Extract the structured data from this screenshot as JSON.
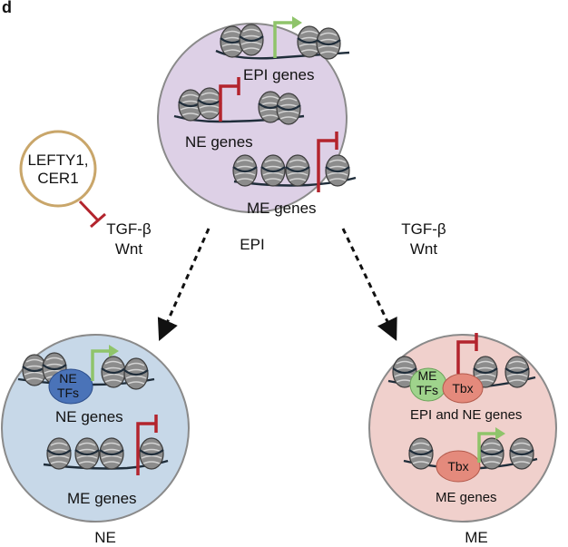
{
  "panel_letter": "d",
  "colors": {
    "epi_fill": "#ddd0e6",
    "ne_fill": "#c7d8e8",
    "me_fill": "#f0d0cc",
    "cell_edge": "#8a8a8a",
    "inhibitor_ring": "#c9a66a",
    "active_arrow": "#8fc46a",
    "repress_mark": "#b3242d",
    "ne_tf": "#4a73b8",
    "me_tf": "#9fd38c",
    "tbx": "#e48a7c",
    "nucleosome": "#8c8c8c",
    "dna": "#1f2d3a"
  },
  "epi_cell": {
    "label": "EPI",
    "epi_genes": "EPI genes",
    "ne_genes": "NE genes",
    "me_genes": "ME genes"
  },
  "inhibitor": {
    "line1": "LEFTY1,",
    "line2": "CER1"
  },
  "signals_left": {
    "line1": "TGF-β",
    "line2": "Wnt"
  },
  "signals_right": {
    "line1": "TGF-β",
    "line2": "Wnt"
  },
  "ne_cell": {
    "label": "NE",
    "tf_line1": "NE",
    "tf_line2": "TFs",
    "ne_genes": "NE genes",
    "me_genes": "ME genes"
  },
  "me_cell": {
    "label": "ME",
    "tf_line1": "ME",
    "tf_line2": "TFs",
    "tbx_top": "Tbx",
    "tbx_bottom": "Tbx",
    "epi_ne_genes": "EPI and NE genes",
    "me_genes": "ME genes"
  }
}
